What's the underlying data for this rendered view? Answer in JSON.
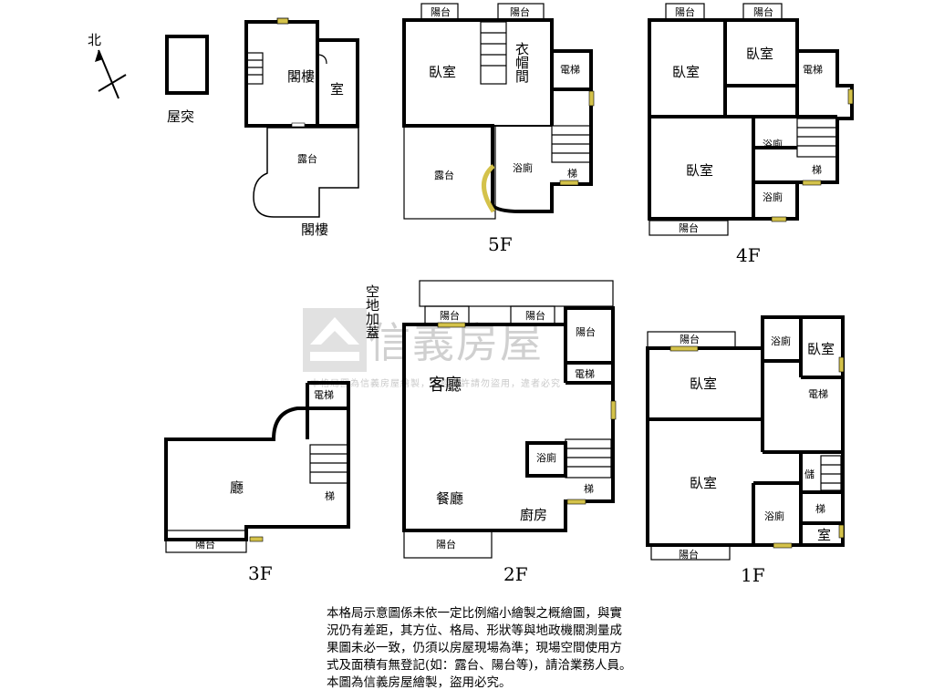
{
  "north": {
    "label": "北"
  },
  "rooftop": {
    "chimney_label": "屋突",
    "floor_label": "閣樓",
    "rooms": [
      "閣樓",
      "室",
      "露台"
    ]
  },
  "floor5": {
    "floor_label": "5F",
    "balconies": [
      "陽台",
      "陽台"
    ],
    "rooms": {
      "bedroom": "臥室",
      "closet": "衣帽間",
      "elevator": "電梯",
      "terrace": "露台",
      "bath": "浴廁",
      "stairs": "梯"
    }
  },
  "floor4": {
    "floor_label": "4F",
    "balconies": [
      "陽台",
      "陽台",
      "陽台"
    ],
    "rooms": {
      "bedroom_a": "臥室",
      "bedroom_b": "臥室",
      "elevator": "電梯",
      "bedroom_c": "臥室",
      "bath_a": "浴廁",
      "bath_b": "浴廁",
      "stairs": "梯"
    }
  },
  "floor3": {
    "floor_label": "3F",
    "balcony": "陽台",
    "rooms": {
      "hall": "廳",
      "elevator": "電梯",
      "stairs": "梯"
    }
  },
  "floor2": {
    "floor_label": "2F",
    "vacant_note": "空地加蓋",
    "balconies": [
      "陽台",
      "陽台",
      "陽台",
      "陽台"
    ],
    "rooms": {
      "living": "客廳",
      "dining": "餐廳",
      "kitchen": "廚房",
      "bath": "浴廁",
      "elevator": "電梯",
      "stairs": "梯"
    }
  },
  "floor1": {
    "floor_label": "1F",
    "balconies": [
      "陽台",
      "陽台"
    ],
    "rooms": {
      "bath_a": "浴廁",
      "bedroom_a": "臥室",
      "bedroom_b": "臥室",
      "elevator": "電梯",
      "bedroom_c": "臥室",
      "storage": "儲",
      "stairs": "梯",
      "bath_b": "浴廁",
      "room": "室"
    }
  },
  "watermark": {
    "brand": "信義房屋",
    "notice": "本格局圖為信義房屋繪製，未經允許請勿盜用，違者必究"
  },
  "disclaimer": {
    "lines": [
      "本格局示意圖係未依一定比例縮小繪製之概繪圖，與實",
      "況仍有差距，其方位、格局、形狀等與地政機關測量成",
      "果圖未必一致，仍須以房屋現場為準；現場空間使用方",
      "式及面積有無登記(如：露台、陽台等)，請洽業務人員。",
      "本圖為信義房屋繪製，盜用必究。"
    ]
  },
  "colors": {
    "wall": "#000000",
    "window": "#d4c24a",
    "door_green": "#7fa05a"
  }
}
